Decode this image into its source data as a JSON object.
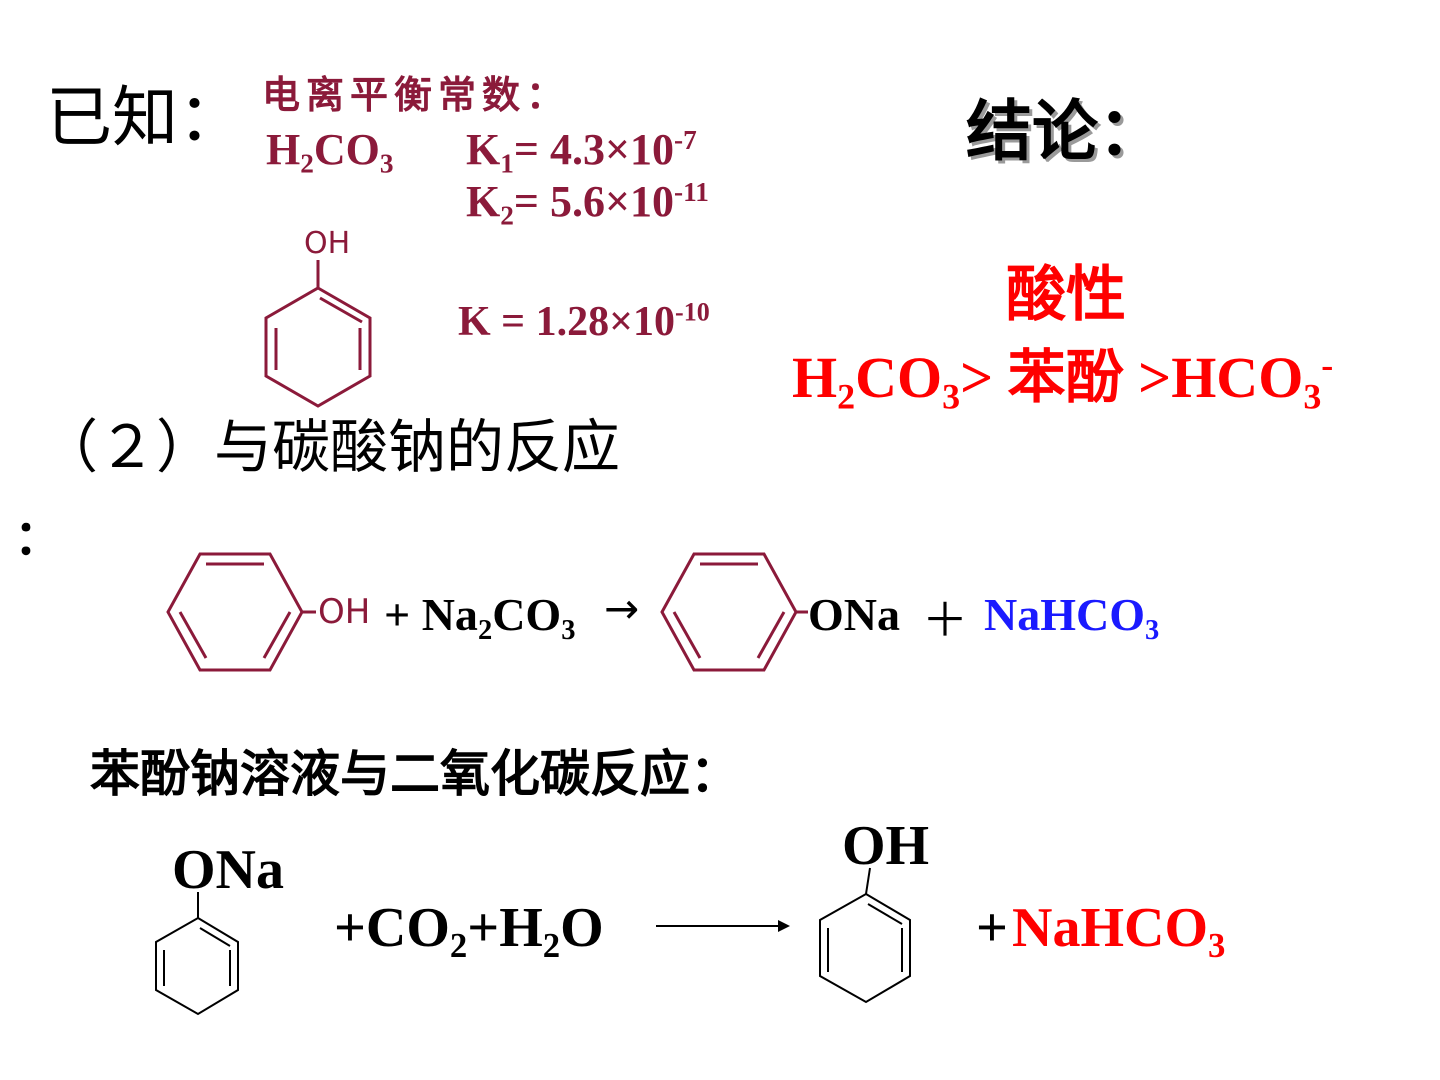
{
  "known": {
    "label": "已知：",
    "constants_title": "电离平衡常数：",
    "h2co3": {
      "base": "H",
      "sub1": "2",
      "mid": "CO",
      "sub2": "3"
    },
    "k1": {
      "k": "K",
      "ksub": "1",
      "eq": "= 4.3×10",
      "exp": "-7"
    },
    "k2": {
      "k": "K",
      "ksub": "2",
      "eq": "= 5.6×10",
      "exp": "-11"
    },
    "phenol_oh": "OH",
    "phenol_k": {
      "eq": "K = 1.28×10",
      "exp": "-10"
    }
  },
  "conclusion": {
    "label": "结论：",
    "acidity": "酸性",
    "order": {
      "p1": "H",
      "s1": "2",
      "p2": "CO",
      "s2": "3",
      "p3": "> 苯酚 >HCO",
      "s3": "3",
      "sup3": "-"
    }
  },
  "section2": {
    "title": "（２）与碳酸钠的反应",
    "colon": "："
  },
  "reaction1": {
    "oh": "OH",
    "plus_na2co3": {
      "a": "+ Na",
      "s1": "2",
      "b": "CO",
      "s2": "3"
    },
    "arrow": "→",
    "product": "ONa",
    "plus": "＋",
    "nahco3": {
      "a": "NaHCO",
      "s": "3"
    }
  },
  "reaction2": {
    "title": "苯酚钠溶液与二氧化碳反应：",
    "ona": "ONa",
    "reactants": {
      "a": "+CO",
      "s1": "2",
      "b": "+H",
      "s2": "2",
      "c": "O"
    },
    "oh": "OH",
    "plus": "+",
    "nahco3": {
      "a": "NaHCO",
      "s": "3"
    }
  },
  "colors": {
    "maroon": "#8b1a3a",
    "red": "#ff0000",
    "blue": "#1a1aff"
  }
}
